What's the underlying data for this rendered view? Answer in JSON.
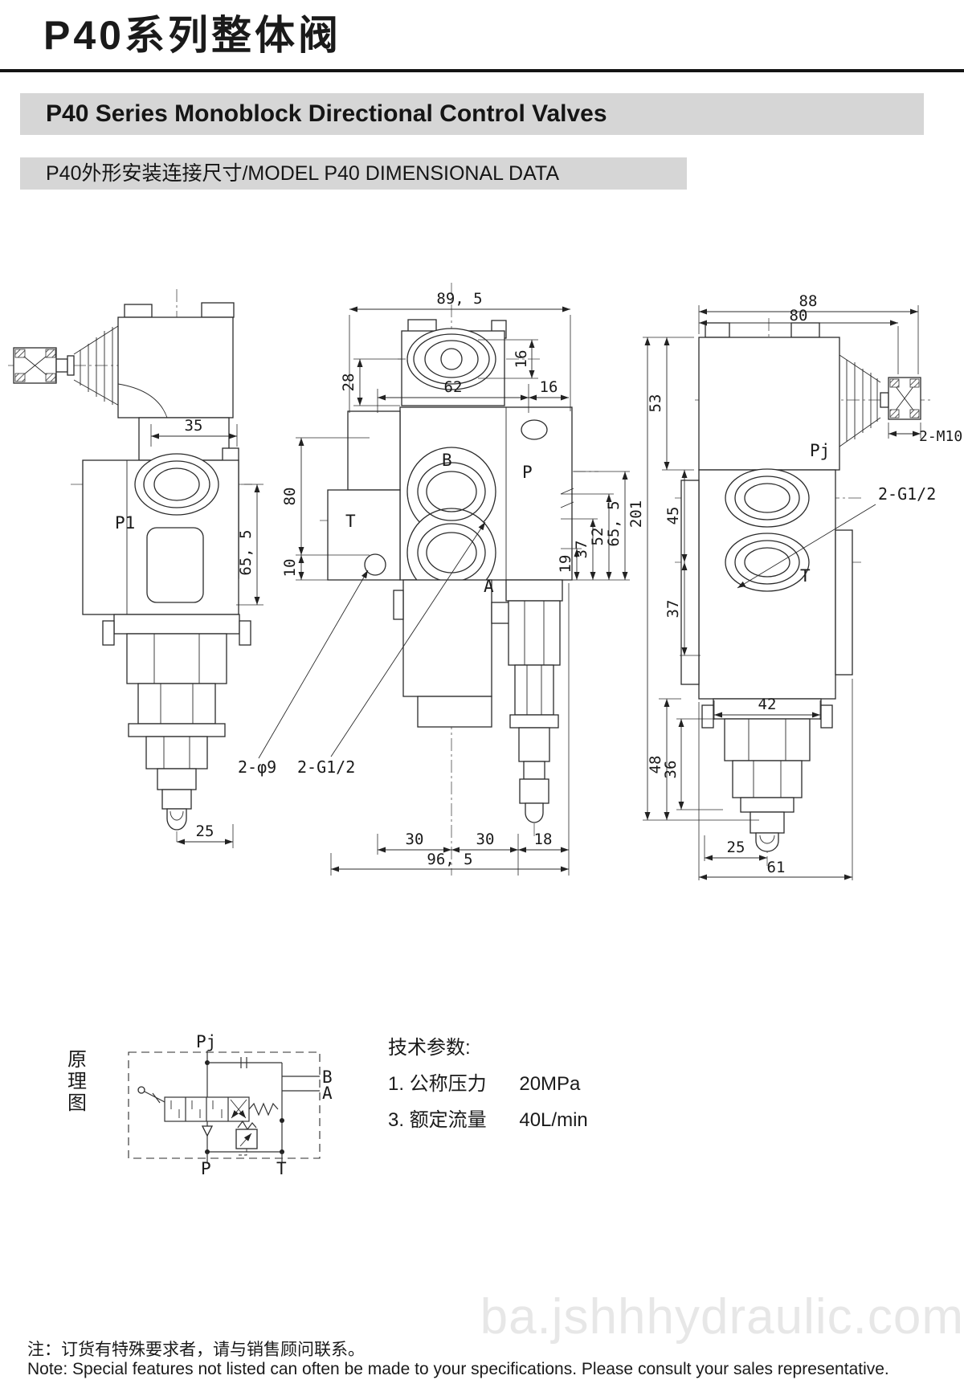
{
  "header": {
    "title": "P40系列整体阀",
    "subtitle": "P40 Series Monoblock Directional Control Valves",
    "section": "P40外形安装连接尺寸/MODEL P40 DIMENSIONAL DATA"
  },
  "drawing": {
    "left": {
      "dim_35": "35",
      "port_p1": "P1",
      "dim_65_5": "65, 5",
      "dim_25": "25"
    },
    "middle": {
      "dim_89_5": "89, 5",
      "dim_16_cap": "16",
      "dim_28": "28",
      "dim_62": "62",
      "dim_16_side": "16",
      "dim_80": "80",
      "dim_10": "10",
      "port_b": "B",
      "port_p": "P",
      "port_t": "T",
      "port_a": "A",
      "dim_19": "19",
      "dim_37": "37",
      "dim_52": "52",
      "dim_65_5": "65, 5",
      "callout_phi9": "2-φ9",
      "callout_g12": "2-G1/2",
      "dim_30_a": "30",
      "dim_30_b": "30",
      "dim_18": "18",
      "dim_96_5": "96, 5"
    },
    "right": {
      "dim_88": "88",
      "dim_80": "80",
      "dim_53": "53",
      "callout_m10": "2-M10",
      "port_pj": "Pj",
      "dim_201": "201",
      "dim_45": "45",
      "dim_37": "37",
      "callout_g12": "2-G1/2",
      "port_t": "T",
      "dim_42": "42",
      "dim_48": "48",
      "dim_36": "36",
      "dim_25": "25",
      "dim_61": "61"
    }
  },
  "schematic": {
    "title": "原理图",
    "port_pj": "Pj",
    "port_b": "B",
    "port_a": "A",
    "port_p": "P",
    "port_t": "T"
  },
  "tech": {
    "heading": "技术参数:",
    "rows": [
      {
        "no": "1.",
        "name": "公称压力",
        "value": "20MPa"
      },
      {
        "no": "3.",
        "name": "额定流量",
        "value": "40L/min"
      }
    ]
  },
  "notes": {
    "cn": "注：订货有特殊要求者，请与销售顾问联系。",
    "en": "Note: Special features not listed can often be made to your specifications. Please consult your sales representative."
  },
  "watermark": {
    "text": "ba.jshhhydraulic.com"
  },
  "colors": {
    "bar_bg": "#d6d6d6",
    "line": "#2b2b2b",
    "watermark": "#e7e7e7"
  }
}
